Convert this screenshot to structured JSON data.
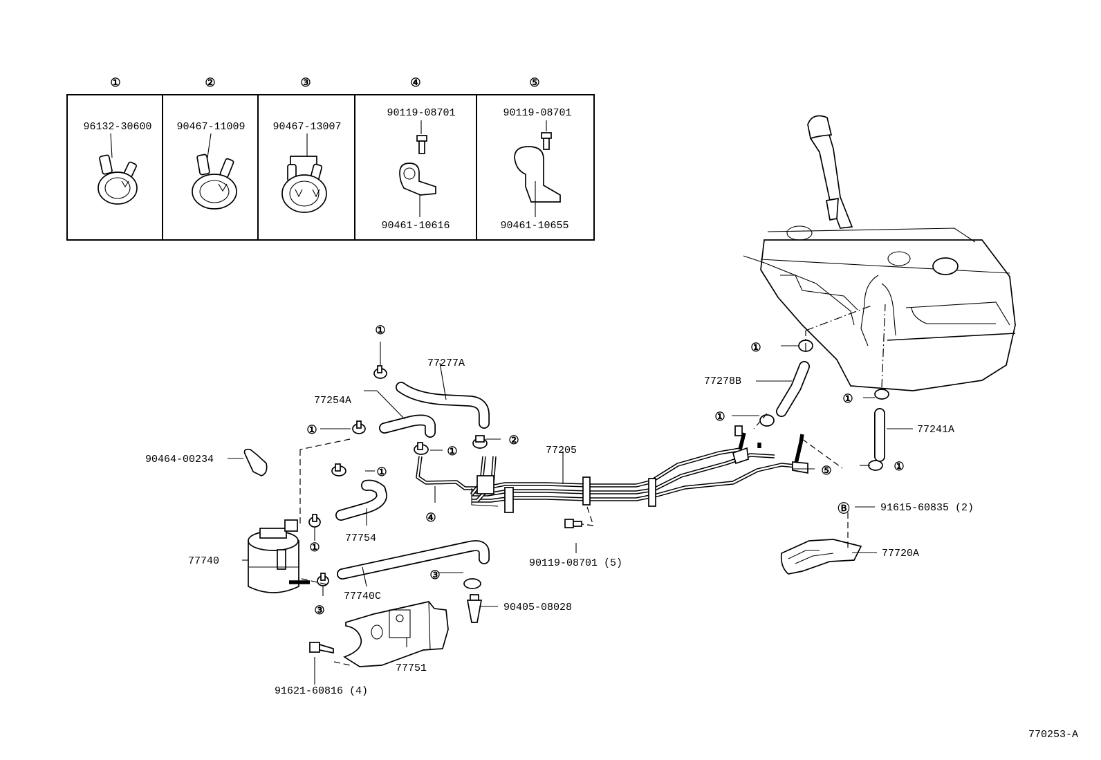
{
  "legend": {
    "headers": [
      "①",
      "②",
      "③",
      "④",
      "⑤"
    ],
    "cells": [
      {
        "part": "96132-30600"
      },
      {
        "part": "90467-11009"
      },
      {
        "part": "90467-13007"
      },
      {
        "bolt": "90119-08701",
        "bracket": "90461-10616"
      },
      {
        "bolt": "90119-08701",
        "bracket": "90461-10655"
      }
    ]
  },
  "markers": {
    "one": "①",
    "two": "②",
    "three": "③",
    "four": "④",
    "five": "⑤",
    "b": "Ⓑ"
  },
  "labels": {
    "p77277A": "77277A",
    "p77254A": "77254A",
    "p90464": "90464-00234",
    "p77205": "77205",
    "p77754": "77754",
    "p77740": "77740",
    "p77740C": "77740C",
    "p90405": "90405-08028",
    "p77751": "77751",
    "p91621": "91621-60816 (4)",
    "p90119": "90119-08701 (5)",
    "p77278B": "77278B",
    "p77241A": "77241A",
    "p91615": "91615-60835 (2)",
    "p77720A": "77720A"
  },
  "figure_id": "770253-A"
}
